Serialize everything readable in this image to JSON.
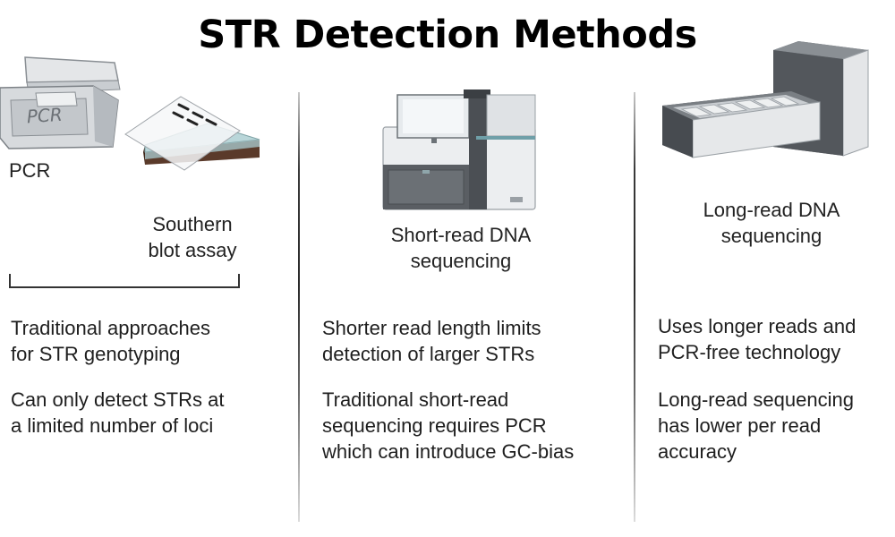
{
  "title": "STR Detection Methods",
  "columns": [
    {
      "labels": {
        "pcr": "PCR",
        "southern_1": "Southern",
        "southern_2": "blot assay"
      },
      "illustrations": {
        "pcr_text": "PCR",
        "pcr_icon": "thermocycler-icon",
        "blot_icon": "southern-blot-icon"
      },
      "notes": [
        [
          "Traditional approaches",
          "for STR genotyping"
        ],
        [
          "Can only detect STRs at",
          "a limited number of loci"
        ]
      ]
    },
    {
      "labels": {
        "line1": "Short-read DNA",
        "line2": "sequencing"
      },
      "illustrations": {
        "icon": "short-read-sequencer-icon"
      },
      "notes": [
        [
          "Shorter read length limits",
          "detection of larger STRs"
        ],
        [
          "Traditional short-read",
          "sequencing requires PCR",
          "which can introduce GC-bias"
        ]
      ]
    },
    {
      "labels": {
        "line1": "Long-read DNA",
        "line2": "sequencing"
      },
      "illustrations": {
        "icon": "long-read-sequencer-icon"
      },
      "notes": [
        [
          "Uses longer reads and",
          "PCR-free technology"
        ],
        [
          "Long-read sequencing",
          "has lower per read",
          "accuracy"
        ]
      ]
    }
  ],
  "colors": {
    "text": "#1e1e1e",
    "device_gray": "#8a8f94",
    "device_dark": "#4b4f54",
    "gel_blue": "#b9d6d9",
    "soil_brown": "#5a3a2a"
  }
}
